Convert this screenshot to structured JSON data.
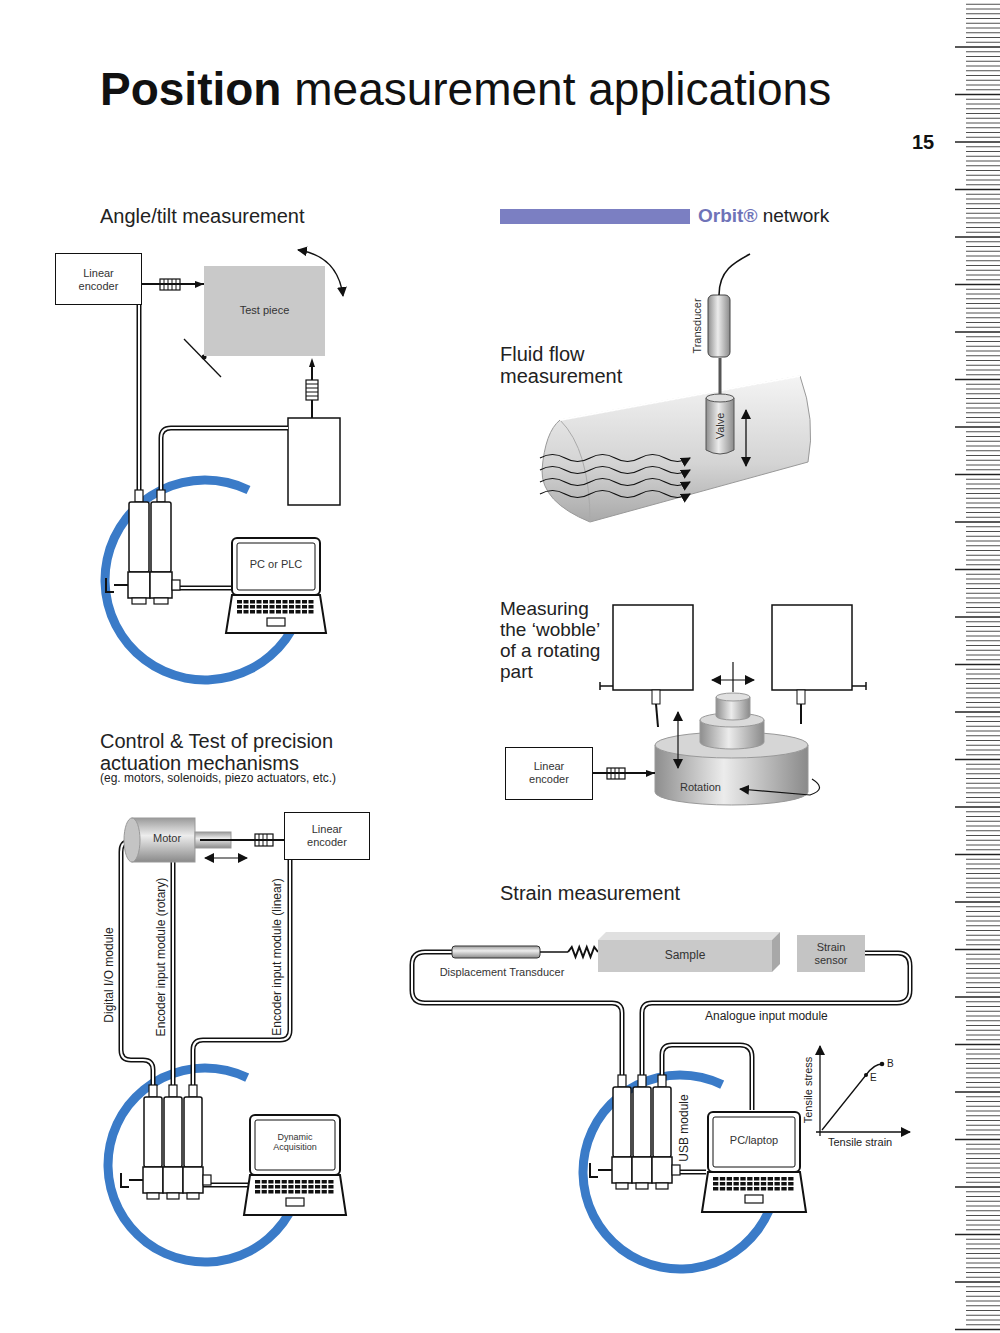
{
  "diagram": {
    "title": "Position measurement applications",
    "nodes": [
      {
        "text": [
          "Linear encoder"
        ]
      },
      {
        "text": [
          "Test piece"
        ]
      },
      {
        "text": [
          "PC or PLC"
        ]
      },
      {
        "text": [
          "Transducer"
        ]
      },
      {
        "text": [
          "Valve"
        ]
      },
      {
        "text": [
          "Linear encoder"
        ]
      },
      {
        "text": [
          "Rotation"
        ]
      },
      {
        "text": [
          "Motor"
        ]
      },
      {
        "text": [
          "Linear encoder"
        ]
      },
      {
        "text": [
          "Dynamic Acquisition"
        ]
      },
      {
        "text": [
          "Displacement Transducer"
        ]
      },
      {
        "text": [
          "Sample"
        ]
      },
      {
        "text": [
          "Strain sensor"
        ]
      },
      {
        "text": [
          "PC/laptop"
        ]
      }
    ],
    "edges": [
      {
        "from": 0,
        "to": 1,
        "arrow": "none"
      },
      {
        "from": 5,
        "to": 6,
        "arrow": "none"
      },
      {
        "from": 8,
        "to": 7,
        "arrow": "none"
      },
      {
        "from": 10,
        "to": 11,
        "arrow": "none"
      }
    ],
    "labels": [
      "15",
      "Orbit® network",
      "Angle/tilt measurement",
      "Fluid flow measurement",
      "Measuring the ‘wobble’ of a rotating part",
      "Control & Test of precision actuation mechanisms",
      "(eg. motors, solenoids, piezo actuators, etc.)",
      "Strain measurement",
      "Digital I/O module",
      "Encoder input module (rotary)",
      "Encoder input module (linear)",
      "Analogue input module",
      "USB module",
      "Tensile stress",
      "Tensile strain",
      "E",
      "B"
    ]
  }
}
